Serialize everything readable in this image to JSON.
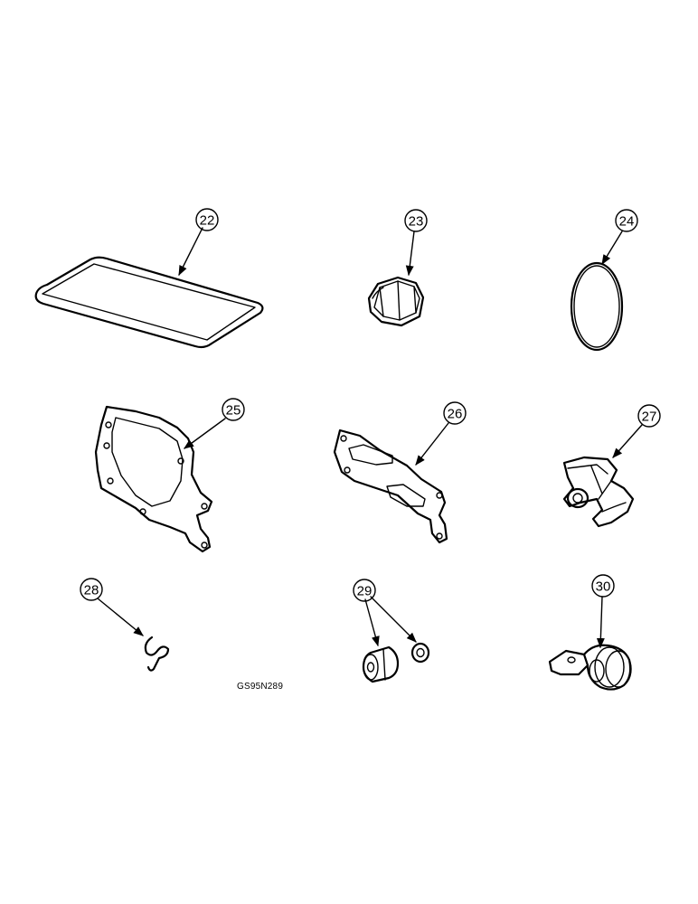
{
  "callouts": [
    "22",
    "23",
    "24",
    "25",
    "26",
    "27",
    "28",
    "29",
    "30"
  ],
  "drawing_code": "GS95N289"
}
